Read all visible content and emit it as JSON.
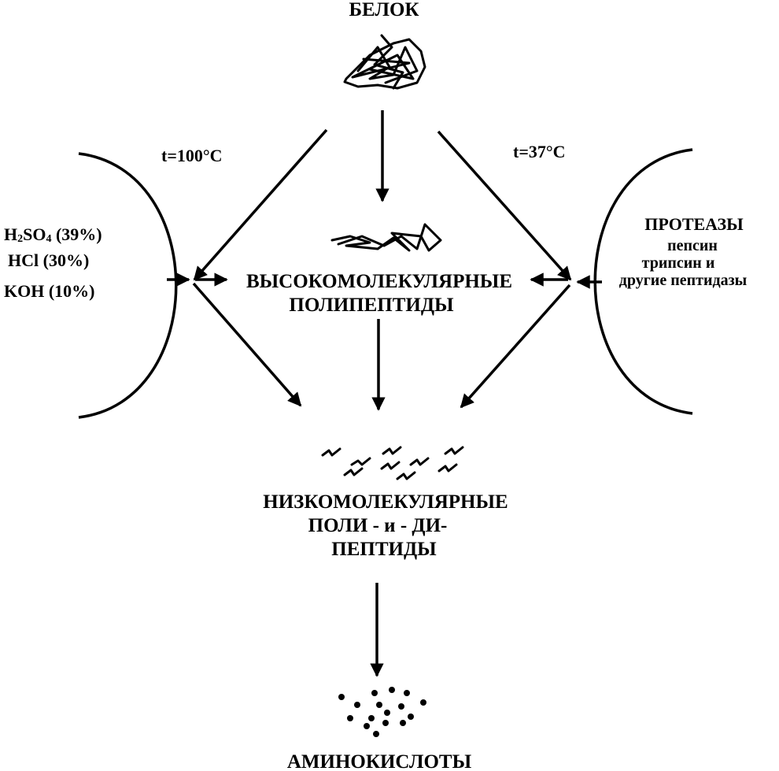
{
  "nodes": {
    "protein": "БЕЛОК",
    "high_mw_line1": "ВЫСОКОМОЛЕКУЛЯРНЫЕ",
    "high_mw_line2": "ПОЛИПЕПТИДЫ",
    "low_mw_line1": "НИЗКОМОЛЕКУЛЯРНЫЕ",
    "low_mw_line2": "ПОЛИ - и - ДИ-",
    "low_mw_line3": "ПЕПТИДЫ",
    "amino_acids": "АМИНОКИСЛОТЫ"
  },
  "conditions": {
    "left_temp": "t=100°C",
    "right_temp": "t=37°C"
  },
  "left_reagents": {
    "h2so4_main": "H",
    "h2so4_sub1": "2",
    "h2so4_mid": "SO",
    "h2so4_sub2": "4",
    "h2so4_pct": " (39%)",
    "hcl": "HCl (30%)",
    "koh": "KOH (10%)"
  },
  "right_enzymes": {
    "title": "ПРОТЕАЗЫ",
    "item1": "пепсин",
    "item2": "трипсин и",
    "item3": "другие пептидазы"
  }
}
